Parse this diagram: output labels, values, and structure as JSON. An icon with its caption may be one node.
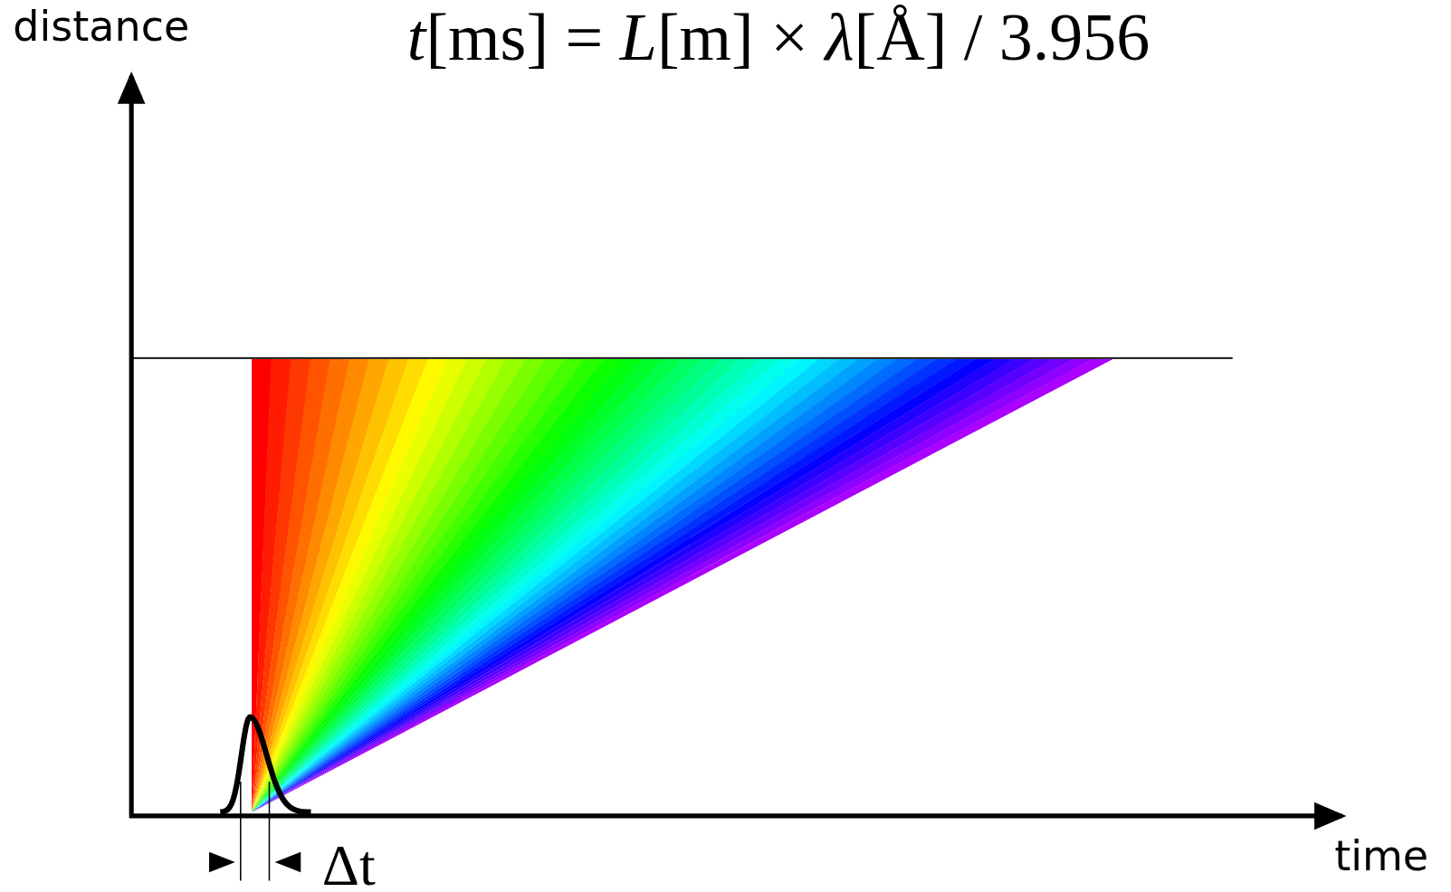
{
  "diagram": {
    "labels": [
      "distance",
      "*t*[ms] = *L*[m] × *λ*[Å] / 3.956",
      "Δt",
      "time"
    ]
  }
}
